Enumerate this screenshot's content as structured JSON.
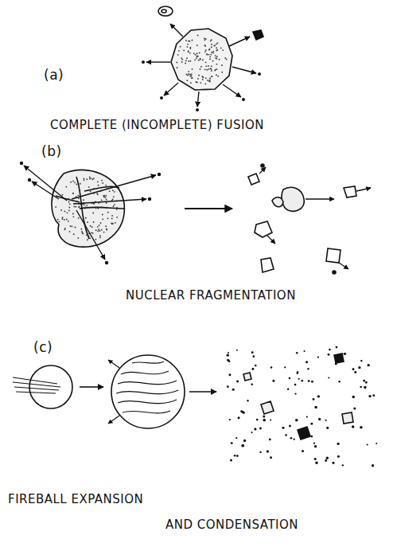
{
  "diagram": {
    "labels": [
      "(a)",
      "COMPLETE (INCOMPLETE) FUSION",
      "(b)",
      "NUCLEAR FRAGMENTATION",
      "(c)",
      "FIREBALL EXPANSION",
      "AND CONDENSATION"
    ]
  }
}
